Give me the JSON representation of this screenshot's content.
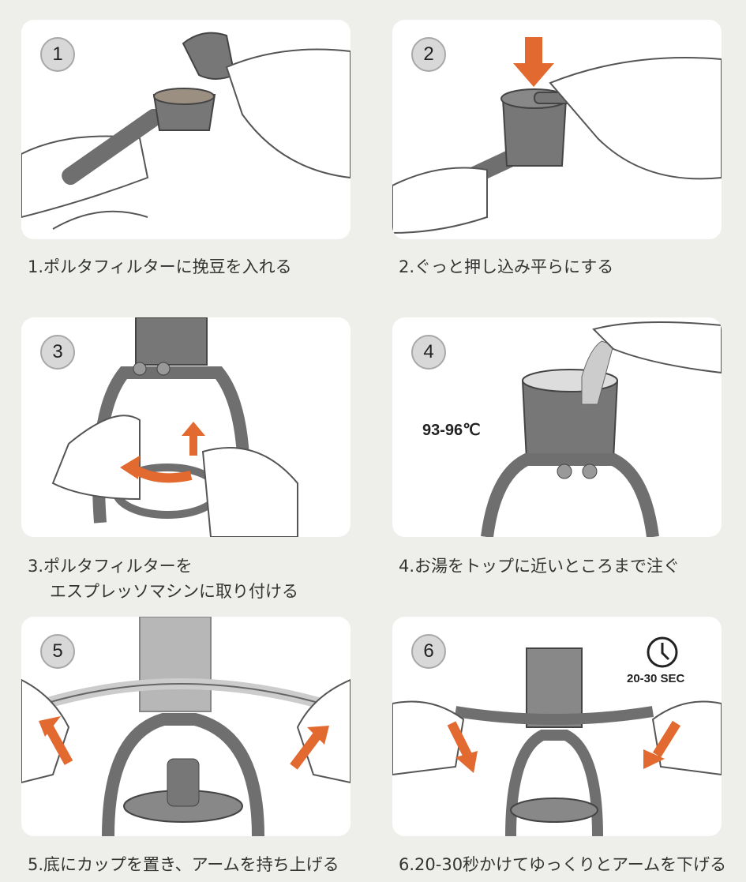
{
  "steps": [
    {
      "number": "1",
      "caption": "1.ポルタフィルターに挽豆を入れる"
    },
    {
      "number": "2",
      "caption": "2.ぐっと押し込み平らにする"
    },
    {
      "number": "3",
      "caption": "3.ポルタフィルターを",
      "caption_line2": "エスプレッソマシンに取り付ける"
    },
    {
      "number": "4",
      "caption": "4.お湯をトップに近いところまで注ぐ",
      "note": "93-96℃"
    },
    {
      "number": "5",
      "caption": "5.底にカップを置き、アームを持ち上げる"
    },
    {
      "number": "6",
      "caption": "6.20-30秒かけてゆっくりとアームを下げる",
      "note": "20-30 SEC"
    }
  ],
  "colors": {
    "accent": "#e2692f",
    "background": "#eeefea",
    "panel": "#ffffff",
    "device": "#6f6f6f"
  }
}
